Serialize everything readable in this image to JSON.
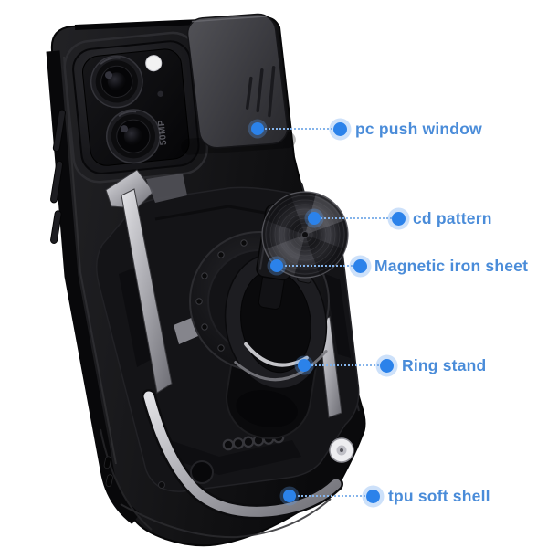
{
  "background": "#ffffff",
  "annotations": [
    {
      "id": "pc-push-window",
      "label": "pc push window"
    },
    {
      "id": "cd-pattern",
      "label": "cd pattern"
    },
    {
      "id": "magnetic-iron-sheet",
      "label": "Magnetic iron sheet"
    },
    {
      "id": "ring-stand",
      "label": "Ring stand"
    },
    {
      "id": "tpu-soft-shell",
      "label": "tpu soft shell"
    }
  ],
  "camera": {
    "badge": "50MP"
  },
  "colors": {
    "annotation_dot": "#2b82ea",
    "annotation_text": "#4a8cd9",
    "annotation_line": "#85b4ea",
    "case_black": "#141416",
    "cover_gray": "#3e3e43",
    "accent_silver": "#c9c9ce",
    "background": "#ffffff"
  }
}
